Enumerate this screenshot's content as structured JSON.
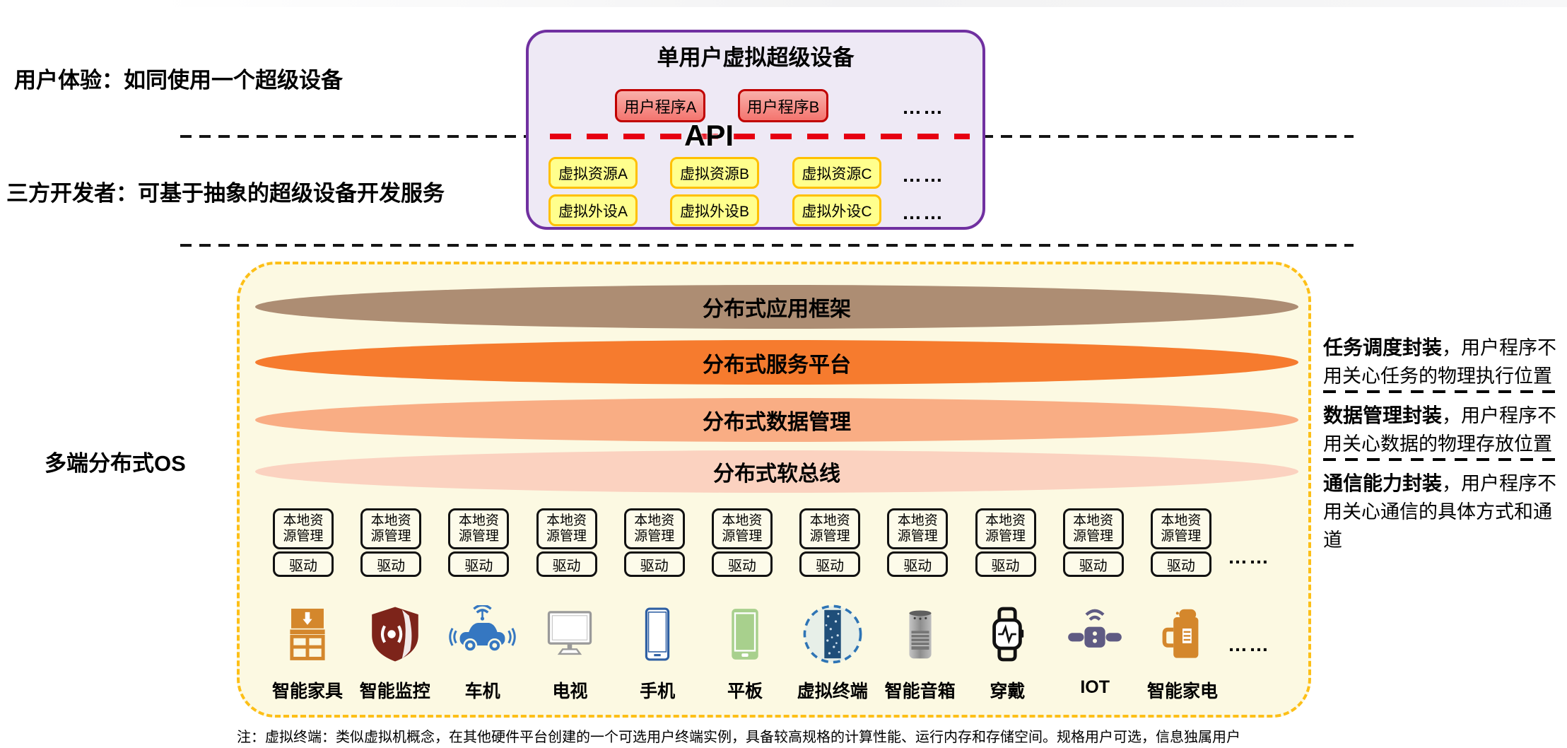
{
  "annotations": {
    "user_experience": "用户体验：如同使用一个超级设备",
    "developers": "三方开发者：可基于抽象的超级设备开发服务",
    "os_label": "多端分布式OS",
    "footnote": "注：虚拟终端：类似虚拟机概念，在其他硬件平台创建的一个可选用户终端实例，具备较高规格的计算性能、运行内存和存储空间。规格用户可选，信息独属用户"
  },
  "super_device": {
    "title": "单用户虚拟超级设备",
    "apps": [
      "用户程序A",
      "用户程序B"
    ],
    "api_label": "API",
    "virtual_resources": [
      "虚拟资源A",
      "虚拟资源B",
      "虚拟资源C"
    ],
    "virtual_peripherals": [
      "虚拟外设A",
      "虚拟外设B",
      "虚拟外设C"
    ],
    "ellipsis": "……",
    "colors": {
      "panel_border": "#7030a0",
      "panel_fill": "#eee9f5",
      "app_fill": "#f5807a",
      "app_border": "#c00000",
      "box_fill": "#ffff8d",
      "box_border": "#ffc000",
      "api_dash_red": "#e60012"
    }
  },
  "os_panel": {
    "layers": [
      {
        "label": "分布式应用框架",
        "color": "#ad8d73"
      },
      {
        "label": "分布式服务平台",
        "color": "#f67b2e"
      },
      {
        "label": "分布式数据管理",
        "color": "#f9ad84"
      },
      {
        "label": "分布式软总线",
        "color": "#fbd2c0"
      }
    ],
    "local_unit": {
      "line1": "本地资",
      "line2": "源管理",
      "driver": "驱动"
    },
    "local_unit_count": 11,
    "devices": [
      {
        "label": "智能家具"
      },
      {
        "label": "智能监控"
      },
      {
        "label": "车机"
      },
      {
        "label": "电视"
      },
      {
        "label": "手机"
      },
      {
        "label": "平板"
      },
      {
        "label": "虚拟终端"
      },
      {
        "label": "智能音箱"
      },
      {
        "label": "穿戴"
      },
      {
        "label": "IOT"
      },
      {
        "label": "智能家电"
      }
    ],
    "ellipsis": "……",
    "colors": {
      "panel_fill": "#fcf9e2",
      "panel_border": "#fdbf17"
    }
  },
  "capability_notes": [
    {
      "bold": "任务调度封装",
      "rest": "，用户程序不用关心任务的物理执行位置"
    },
    {
      "bold": "数据管理封装",
      "rest": "，用户程序不用关心数据的物理存放位置"
    },
    {
      "bold": "通信能力封装",
      "rest": "，用户程序不用关心通信的具体方式和通道"
    }
  ]
}
